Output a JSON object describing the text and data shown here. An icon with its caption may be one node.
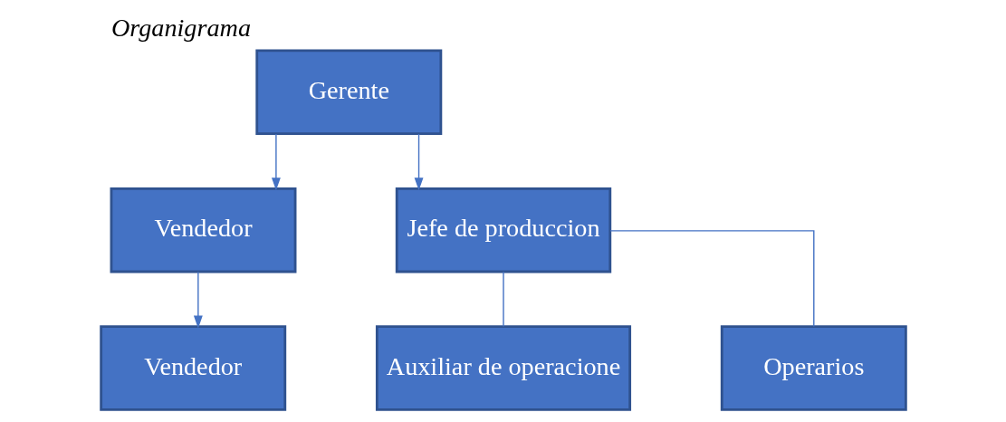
{
  "diagram": {
    "title": "Organigrama",
    "nodes": [
      {
        "text": [
          "Gerente"
        ]
      },
      {
        "text": [
          "Vendedor"
        ]
      },
      {
        "text": [
          "Jefe de produccion"
        ]
      },
      {
        "text": [
          "Vendedor"
        ]
      },
      {
        "text": [
          "Auxiliar de operacione"
        ]
      },
      {
        "text": [
          "Operarios"
        ]
      }
    ],
    "edges": [
      {
        "from": 0,
        "to": 1,
        "arrow": "to"
      },
      {
        "from": 0,
        "to": 2,
        "arrow": "to"
      },
      {
        "from": 1,
        "to": 3,
        "arrow": "to"
      },
      {
        "from": 2,
        "to": 4,
        "arrow": "none"
      },
      {
        "from": 2,
        "to": 5,
        "arrow": "none"
      }
    ]
  }
}
